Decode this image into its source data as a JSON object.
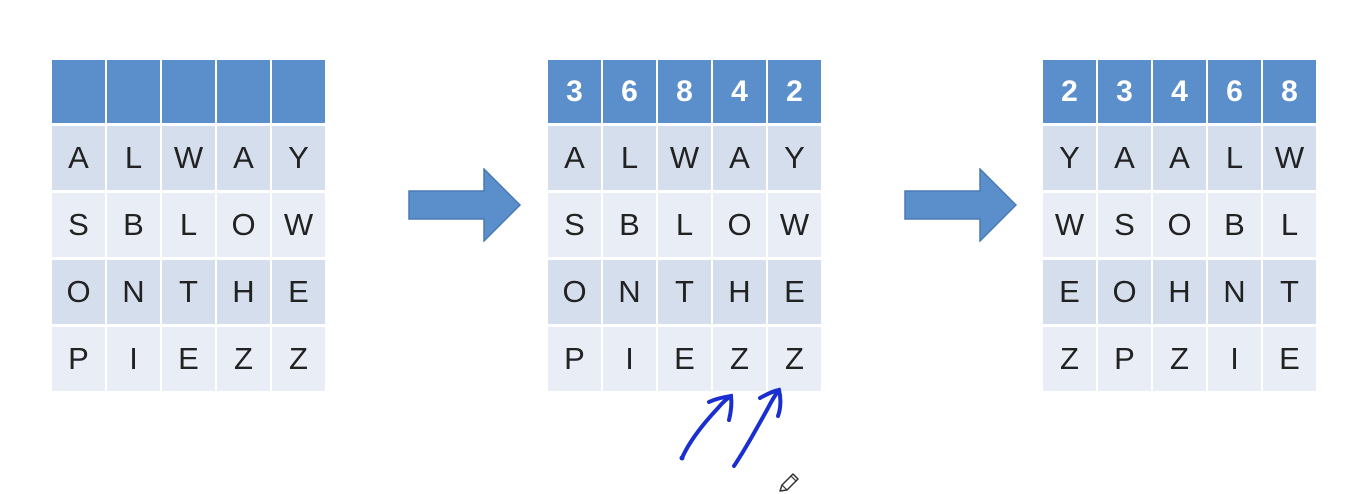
{
  "tables": [
    {
      "header": [
        "",
        "",
        "",
        "",
        ""
      ],
      "rows": [
        [
          "A",
          "L",
          "W",
          "A",
          "Y"
        ],
        [
          "S",
          "B",
          "L",
          "O",
          "W"
        ],
        [
          "O",
          "N",
          "T",
          "H",
          "E"
        ],
        [
          "P",
          "I",
          "E",
          "Z",
          "Z"
        ]
      ]
    },
    {
      "header": [
        "3",
        "6",
        "8",
        "4",
        "2"
      ],
      "rows": [
        [
          "A",
          "L",
          "W",
          "A",
          "Y"
        ],
        [
          "S",
          "B",
          "L",
          "O",
          "W"
        ],
        [
          "O",
          "N",
          "T",
          "H",
          "E"
        ],
        [
          "P",
          "I",
          "E",
          "Z",
          "Z"
        ]
      ]
    },
    {
      "header": [
        "2",
        "3",
        "4",
        "6",
        "8"
      ],
      "rows": [
        [
          "Y",
          "A",
          "A",
          "L",
          "W"
        ],
        [
          "W",
          "S",
          "O",
          "B",
          "L"
        ],
        [
          "E",
          "O",
          "H",
          "N",
          "T"
        ],
        [
          "Z",
          "P",
          "Z",
          "I",
          "E"
        ]
      ]
    }
  ],
  "colors": {
    "header_fill": "#5b8fcb",
    "row_odd": "#d4deed",
    "row_even": "#e8edf6",
    "arrow": "#5b8fcb",
    "ink": "#1a2fcf"
  },
  "icons": [
    "right-arrow-icon",
    "right-arrow-icon",
    "pencil-cursor-icon"
  ]
}
